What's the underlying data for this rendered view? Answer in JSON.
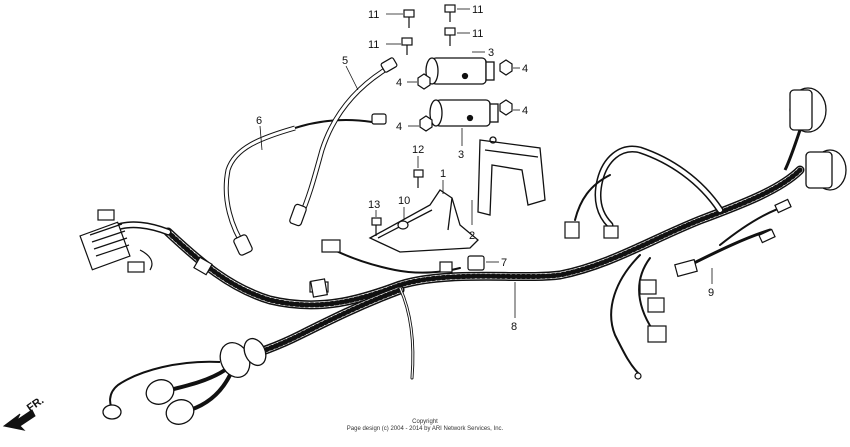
{
  "callouts": [
    "11",
    "11",
    "11",
    "11",
    "5",
    "3",
    "4",
    "4",
    "4",
    "4",
    "3",
    "6",
    "12",
    "1",
    "2",
    "13",
    "10",
    "7",
    "8",
    "9"
  ],
  "front_label": "FR.",
  "copyright": {
    "line1": "Copyright",
    "line2": "Page design (c) 2004 - 2014 by ARI Network Services, Inc."
  }
}
